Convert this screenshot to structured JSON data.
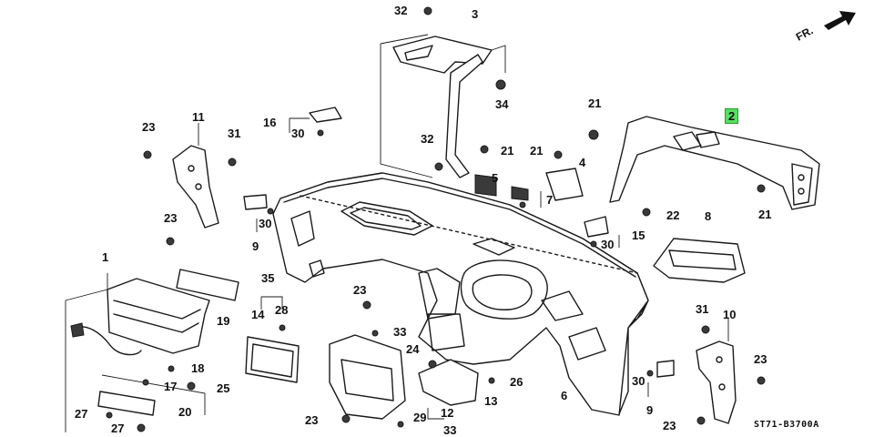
{
  "diagram": {
    "front_indicator": "FR.",
    "code": "ST71-B3700A",
    "highlighted": "2",
    "labels": {
      "n1": "1",
      "n2": "2",
      "n3": "3",
      "n4": "4",
      "n5": "5",
      "n6": "6",
      "n7": "7",
      "n8": "8",
      "n9a": "9",
      "n9b": "9",
      "n10": "10",
      "n11": "11",
      "n12": "12",
      "n13": "13",
      "n14": "14",
      "n15": "15",
      "n16": "16",
      "n17": "17",
      "n18": "18",
      "n19": "19",
      "n20": "20",
      "n21a": "21",
      "n21b": "21",
      "n21c": "21",
      "n21d": "21",
      "n22": "22",
      "n23a": "23",
      "n23b": "23",
      "n23c": "23",
      "n23d": "23",
      "n23e": "23",
      "n23f": "23",
      "n24": "24",
      "n25": "25",
      "n26": "26",
      "n27a": "27",
      "n27b": "27",
      "n28": "28",
      "n29": "29",
      "n30a": "30",
      "n30b": "30",
      "n30c": "30",
      "n30d": "30",
      "n31a": "31",
      "n31b": "31",
      "n32a": "32",
      "n32b": "32",
      "n33a": "33",
      "n33b": "33",
      "n34": "34",
      "n35": "35"
    }
  }
}
